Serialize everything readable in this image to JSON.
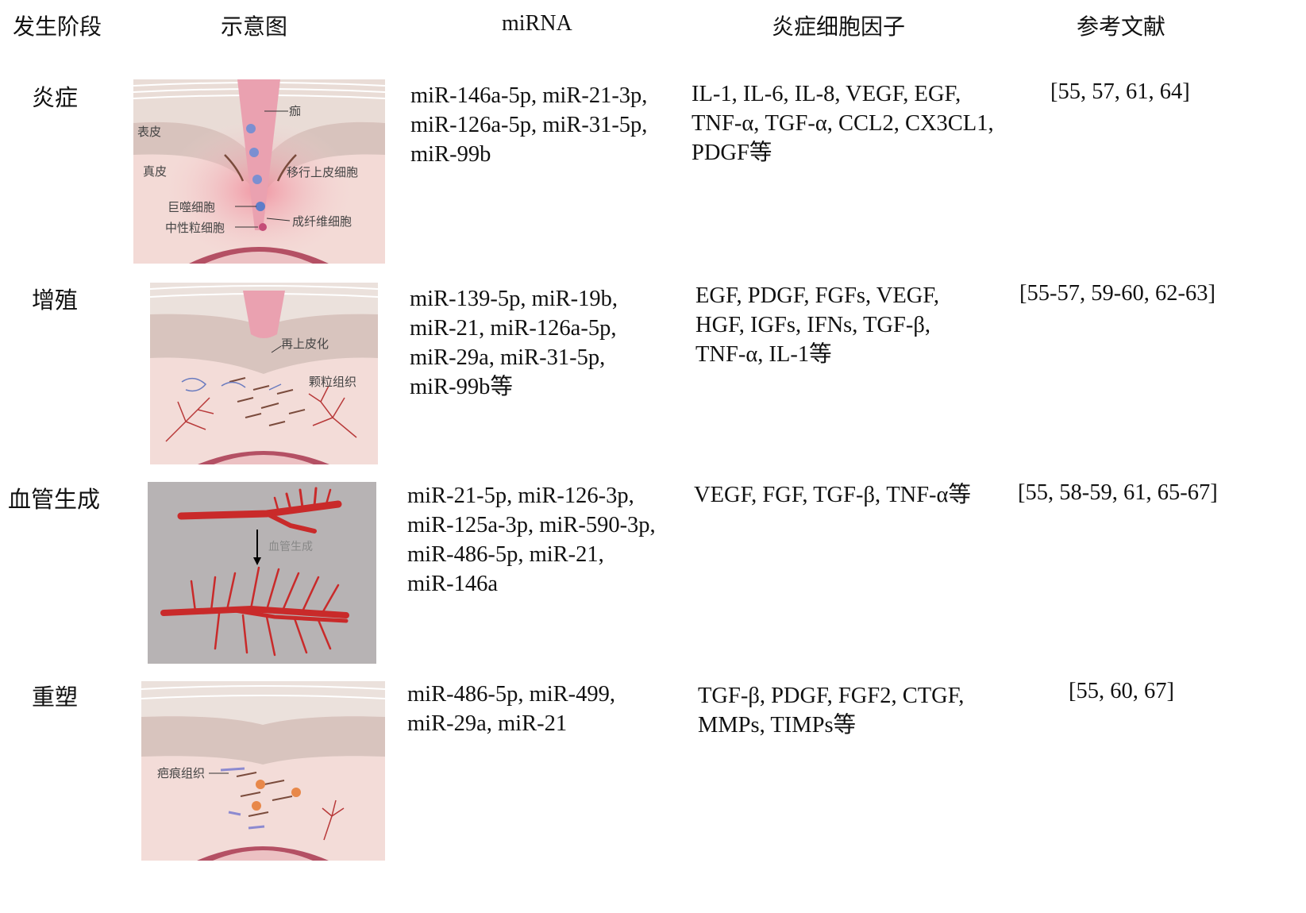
{
  "headers": {
    "stage": "发生阶段",
    "diagram": "示意图",
    "mirna": "miRNA",
    "cytokines": "炎症细胞因子",
    "refs": "参考文献"
  },
  "rows": [
    {
      "stage": "炎症",
      "mirna": [
        "miR-146a-5p, miR-21-3p,",
        "miR-126a-5p, miR-31-5p,",
        "miR-99b"
      ],
      "cytokines": [
        "IL-1,  IL-6,  IL-8,  VEGF,  EGF,",
        "TNF-α, TGF-α, CCL2, CX3CL1,",
        "PDGF等"
      ],
      "refs": "[55, 57, 61, 64]",
      "figure_labels": {
        "scab": "痂",
        "epidermis": "表皮",
        "dermis": "真皮",
        "migrating": "移行上皮细胞",
        "macrophage": "巨噬细胞",
        "neutrophil": "中性粒细胞",
        "fibroblast": "成纤维细胞"
      }
    },
    {
      "stage": "增殖",
      "mirna": [
        "miR-139-5p, miR-19b,",
        "miR-21, miR-126a-5p,",
        "miR-29a,   miR-31-5p,",
        "miR-99b等"
      ],
      "cytokines": [
        "EGF, PDGF, FGFs, VEGF,",
        "HGF, IGFs,  IFNs,  TGF-β,",
        "TNF-α, IL-1等"
      ],
      "refs": "[55-57, 59-60, 62-63]",
      "figure_labels": {
        "reepithelialization": "再上皮化",
        "granulation": "颗粒组织"
      }
    },
    {
      "stage": "血管生成",
      "mirna": [
        "miR-21-5p,  miR-126-3p,",
        "miR-125a-3p, miR-590-3p,",
        "miR-486-5p,  miR-21,",
        "miR-146a"
      ],
      "cytokines": [
        "VEGF, FGF, TGF-β, TNF-α等"
      ],
      "refs": "[55, 58-59, 61, 65-67]",
      "figure_labels": {
        "angiogenesis": "血管生成"
      }
    },
    {
      "stage": "重塑",
      "mirna": [
        "miR-486-5p, miR-499,",
        "miR-29a, miR-21"
      ],
      "cytokines": [
        "TGF-β, PDGF, FGF2, CTGF,",
        "MMPs, TIMPs等"
      ],
      "refs": "[55, 60, 67]",
      "figure_labels": {
        "scar": "疤痕组织"
      }
    }
  ]
}
